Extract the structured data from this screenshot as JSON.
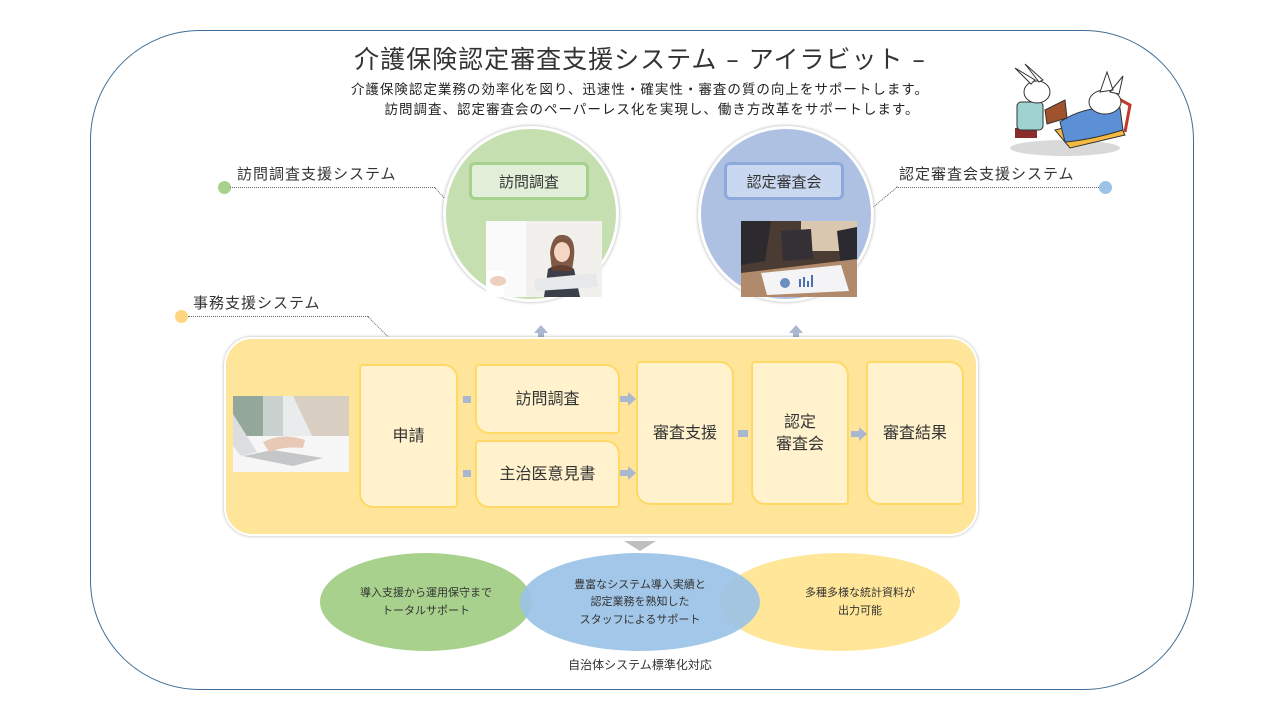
{
  "header": {
    "title": "介護保険認定審査支援システム – アイラビット –",
    "subtitle_line1": "介護保険認定業務の効率化を図り、迅速性・確実性・審査の質の向上をサポートします。",
    "subtitle_line2": "訪問調査、認定審査会のペーパーレス化を実現し、働き方改革をサポートします。",
    "mascot": "rabbit-doctor-illustration"
  },
  "systems": {
    "visit_support_label": "訪問調査支援システム",
    "committee_support_label": "認定審査会支援システム",
    "office_support_label": "事務支援システム"
  },
  "circles": [
    {
      "label": "訪問調査",
      "photo": "woman-with-documents-photo"
    },
    {
      "label": "認定審査会",
      "photo": "meeting-with-charts-photo"
    }
  ],
  "workflow": {
    "photo": "typing-on-laptop-photo",
    "steps": {
      "application": "申請",
      "visit": "訪問調査",
      "doctor_opinion": "主治医意見書",
      "review_support": "審査支援",
      "committee_line1": "認定",
      "committee_line2": "審査会",
      "result": "審査結果"
    }
  },
  "features": [
    {
      "line1": "導入支援から運用保守まで",
      "line2": "トータルサポート",
      "line3": ""
    },
    {
      "line1": "豊富なシステム導入実績と",
      "line2": "認定業務を熟知した",
      "line3": "スタッフによるサポート"
    },
    {
      "line1": "多種多様な統計資料が",
      "line2": "出力可能",
      "line3": ""
    }
  ],
  "footer": "自治体システム標準化対応",
  "colors": {
    "green": "#c5dfb1",
    "blue": "#aec1e3",
    "yellow": "#ffe599",
    "frame": "#3f6f96"
  }
}
